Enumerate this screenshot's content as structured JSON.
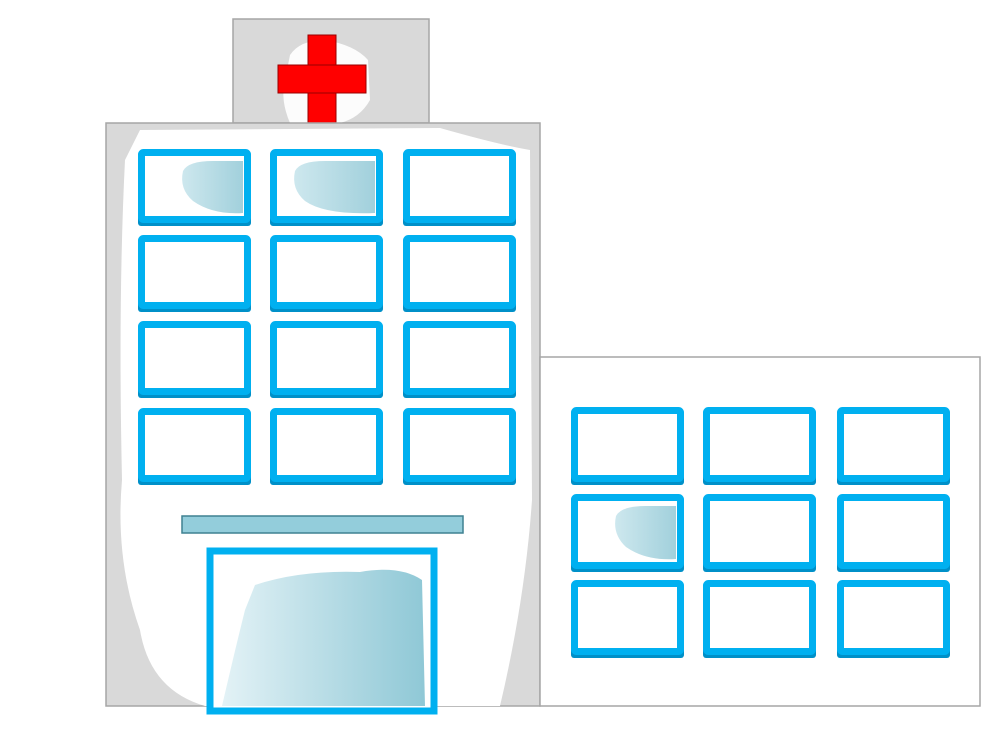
{
  "illustration": {
    "subject": "hospital-building",
    "colors": {
      "wall_gray": "#d9d9d9",
      "wall_white": "#ffffff",
      "outline": "#a6a6a6",
      "window_frame": "#00b0f0",
      "window_shadow": "#0090c8",
      "glass_tint": "#9fd0dc",
      "cross_red": "#ff0000",
      "canopy": "#93cddb",
      "canopy_stroke": "#3f8191"
    },
    "main_tower": {
      "window_rows": 4,
      "window_cols": 3,
      "tinted_windows": [
        0,
        1
      ]
    },
    "side_wing": {
      "window_rows": 3,
      "window_cols": 3,
      "tinted_windows": [
        3
      ]
    }
  }
}
